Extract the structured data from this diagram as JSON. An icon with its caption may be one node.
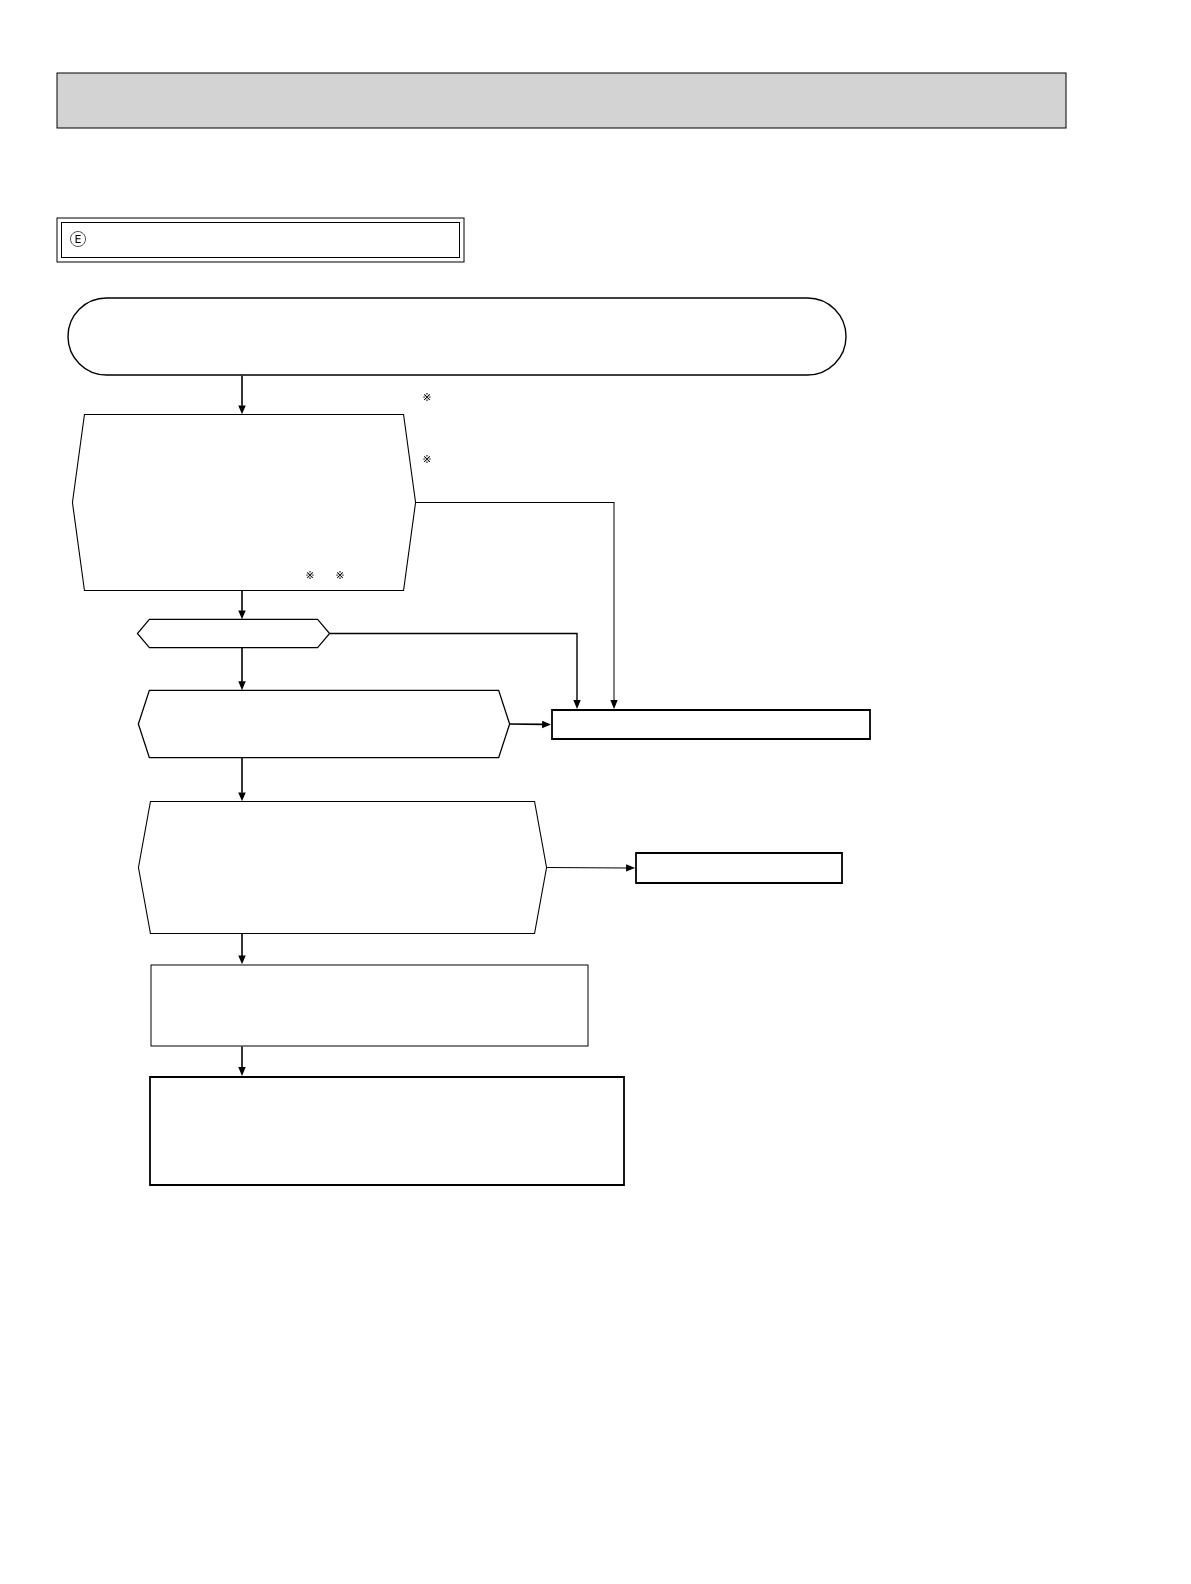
{
  "diagram": {
    "nodes": [
      {
        "text": [],
        "shape": "bar"
      },
      {
        "text": [
          "E"
        ]
      },
      {
        "text": [],
        "shape": "capsule"
      },
      {
        "text": [
          "※",
          "※"
        ],
        "beside": [
          "※"
        ]
      },
      {
        "text": [],
        "shape": "hexagon"
      },
      {
        "text": [],
        "shape": "hexagon"
      },
      {
        "text": [],
        "shape": "box"
      },
      {
        "text": [],
        "shape": "hexagon"
      },
      {
        "text": [],
        "shape": "box"
      },
      {
        "text": [],
        "shape": "box"
      },
      {
        "text": [],
        "shape": "box"
      }
    ],
    "edges": [
      {
        "from": 2,
        "to": 3,
        "arrow": "to"
      },
      {
        "from": 3,
        "to": 4,
        "arrow": "to"
      },
      {
        "from": 3,
        "to": 6,
        "arrow": "to"
      },
      {
        "from": 4,
        "to": 6,
        "arrow": "to"
      },
      {
        "from": 4,
        "to": 5,
        "arrow": "to"
      },
      {
        "from": 5,
        "to": 6,
        "arrow": "to"
      },
      {
        "from": 5,
        "to": 7,
        "arrow": "to"
      },
      {
        "from": 7,
        "to": 8,
        "arrow": "to"
      },
      {
        "from": 7,
        "to": 9,
        "arrow": "to"
      },
      {
        "from": 9,
        "to": 10,
        "arrow": "to"
      }
    ],
    "labels": [
      "※"
    ]
  }
}
